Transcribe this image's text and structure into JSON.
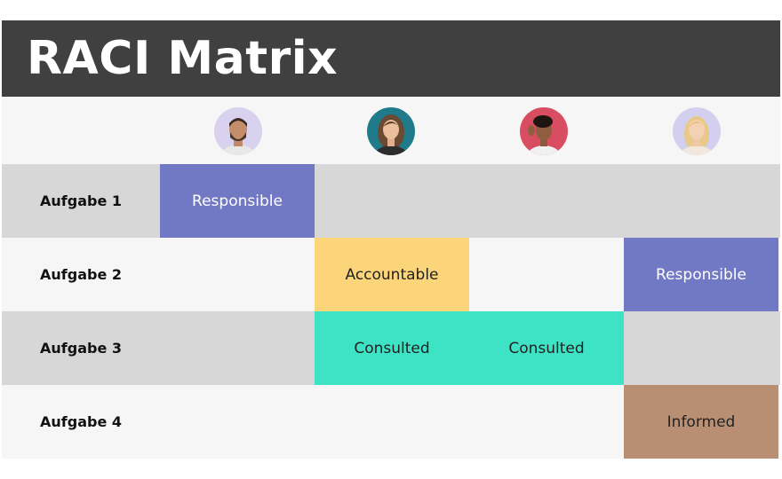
{
  "title": "RACI Matrix",
  "colors": {
    "responsible": "#7178c4",
    "accountable": "#fcd47a",
    "consulted": "#3ee3c6",
    "informed": "#b98f74",
    "row_dark": "#d7d7d7",
    "row_light": "#f6f6f6"
  },
  "avatars": [
    {
      "name": "avatar-1",
      "bg": "#d9d2ee"
    },
    {
      "name": "avatar-2",
      "bg": "#1f7a8a"
    },
    {
      "name": "avatar-3",
      "bg": "#d94d62"
    },
    {
      "name": "avatar-4",
      "bg": "#d3cfee"
    }
  ],
  "rows": [
    {
      "label": "Aufgabe 1",
      "cells": [
        "Responsible",
        "",
        "",
        ""
      ]
    },
    {
      "label": "Aufgabe 2",
      "cells": [
        "",
        "Accountable",
        "",
        "Responsible"
      ]
    },
    {
      "label": "Aufgabe 3",
      "cells": [
        "",
        "Consulted",
        "Consulted",
        ""
      ]
    },
    {
      "label": "Aufgabe 4",
      "cells": [
        "",
        "",
        "",
        "Informed"
      ]
    }
  ]
}
